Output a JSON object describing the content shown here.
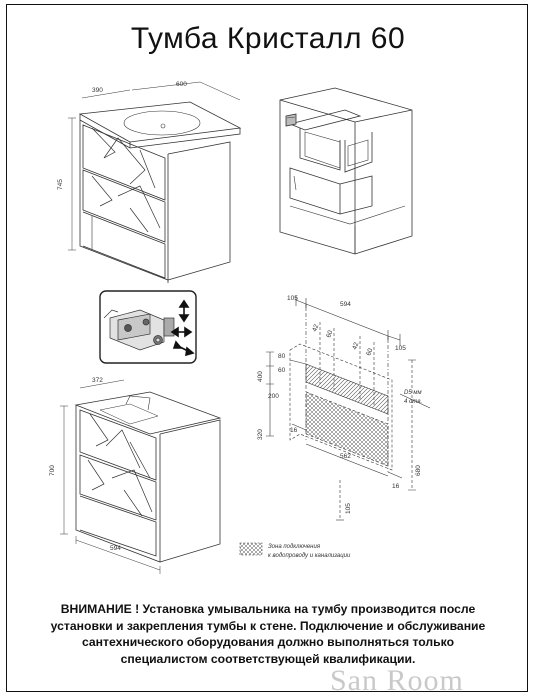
{
  "title": "Тумба Кристалл 60",
  "dimensions": {
    "top_depth": "390",
    "top_width": "600",
    "top_height": "745",
    "side_depth": "372",
    "side_height": "700",
    "side_width": "594",
    "back_offset_left": "105",
    "back_width": "594",
    "back_offset_right": "105",
    "v42_a": "42",
    "v60_a": "60",
    "v42_b": "42",
    "v60_b": "60",
    "h400": "400",
    "h80": "80",
    "h60": "60",
    "h200": "200",
    "h320": "320",
    "h16_a": "16",
    "w562": "562",
    "h16_b": "16",
    "h680": "680",
    "h105": "105",
    "hole_spec_1": "D5 мм",
    "hole_spec_2": "4 отв."
  },
  "legend": {
    "line1": "Зона подключения",
    "line2": "к водопроводу и канализации"
  },
  "notice": {
    "line1": "ВНИМАНИЕ ! Установка умывальника на тумбу производится после",
    "line2": "установки и закрепления тумбы к стене. Подключение и обслуживание",
    "line3": "сантехнического оборудования должно выполняться только",
    "line4": "специалистом соответствующей квалификации."
  },
  "watermark": "San Room"
}
